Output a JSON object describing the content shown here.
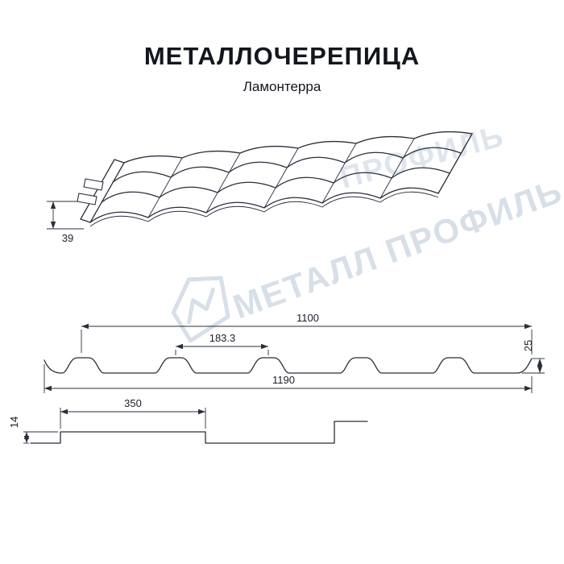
{
  "header": {
    "title": "МЕТАЛЛОЧЕРЕПИЦА",
    "subtitle": "Ламонтерра"
  },
  "watermark": {
    "text": "МЕТАЛЛ ПРОФИЛЬ",
    "partial": "ПРОФИЛЬ",
    "color": "#b7c5d6"
  },
  "dims": {
    "d39": "39",
    "d1100": "1100",
    "d1833": "183.3",
    "d25": "25",
    "d1190": "1190",
    "d350": "350",
    "d14": "14"
  },
  "colors": {
    "line": "#2a2f3a",
    "background": "#ffffff"
  }
}
